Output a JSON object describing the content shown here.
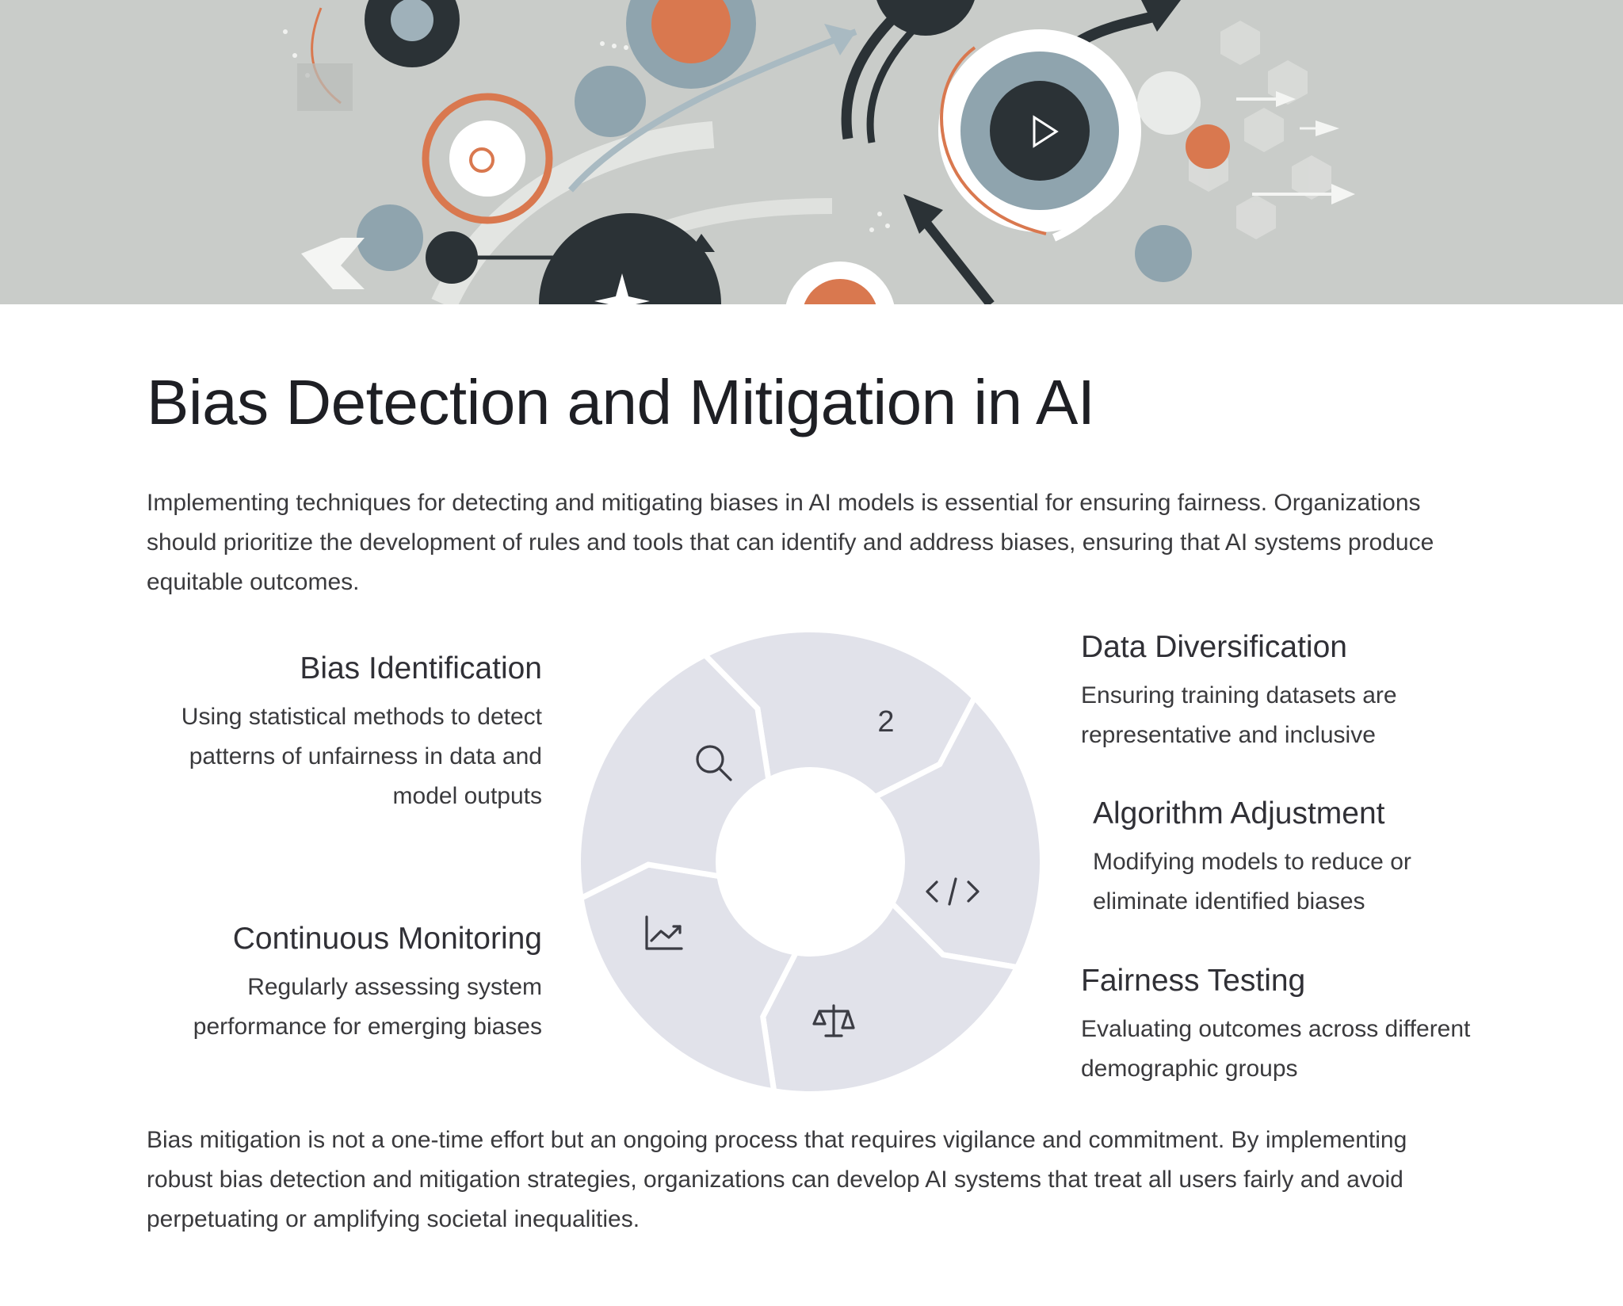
{
  "title": "Bias Detection and Mitigation in AI",
  "intro": "Implementing techniques for detecting and mitigating biases in AI models is essential for ensuring fairness. Organizations should prioritize the development of rules and tools that can identify and address biases, ensuring that AI systems produce equitable outcomes.",
  "cycle": {
    "segment_number": "2",
    "items": [
      {
        "title": "Bias Identification",
        "description": "Using statistical methods to detect patterns of unfairness in data and model outputs",
        "icon": "search-icon"
      },
      {
        "title": "Data Diversification",
        "description": "Ensuring training datasets are representative and inclusive",
        "icon": "number-2"
      },
      {
        "title": "Algorithm Adjustment",
        "description": "Modifying models to reduce or eliminate identified biases",
        "icon": "code-icon"
      },
      {
        "title": "Fairness Testing",
        "description": "Evaluating outcomes across different demographic groups",
        "icon": "scales-icon"
      },
      {
        "title": "Continuous Monitoring",
        "description": "Regularly assessing system performance for emerging biases",
        "icon": "trend-chart-icon"
      }
    ]
  },
  "closing": "Bias mitigation is not a one-time effort but an ongoing process that requires vigilance and commitment. By implementing robust bias detection and mitigation strategies, organizations can develop AI systems that treat all users fairly and avoid perpetuating or amplifying societal inequalities.",
  "colors": {
    "hero_bg": "#c9ccc9",
    "accent_orange": "#d9784f",
    "accent_blue_gray": "#8fa4ae",
    "dark": "#2b3236",
    "segment_fill": "#e1e2ea"
  }
}
